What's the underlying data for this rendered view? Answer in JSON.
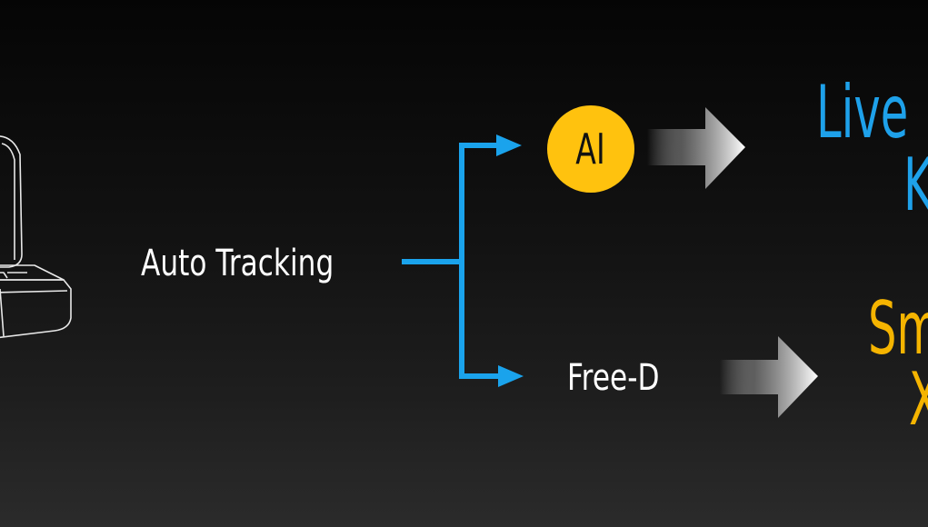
{
  "diagram": {
    "source_label": "Auto Tracking",
    "branches": [
      {
        "badge": "AI",
        "badge_color": "#ffc20e"
      },
      {
        "label": "Free-D"
      }
    ],
    "outputs": {
      "top_line1": "Live",
      "top_line2": "K",
      "top_color": "#1ea1ea",
      "bottom_line1": "Sm",
      "bottom_line2": "X",
      "bottom_color": "#f5b400"
    },
    "connector_color": "#1aa3ec"
  }
}
